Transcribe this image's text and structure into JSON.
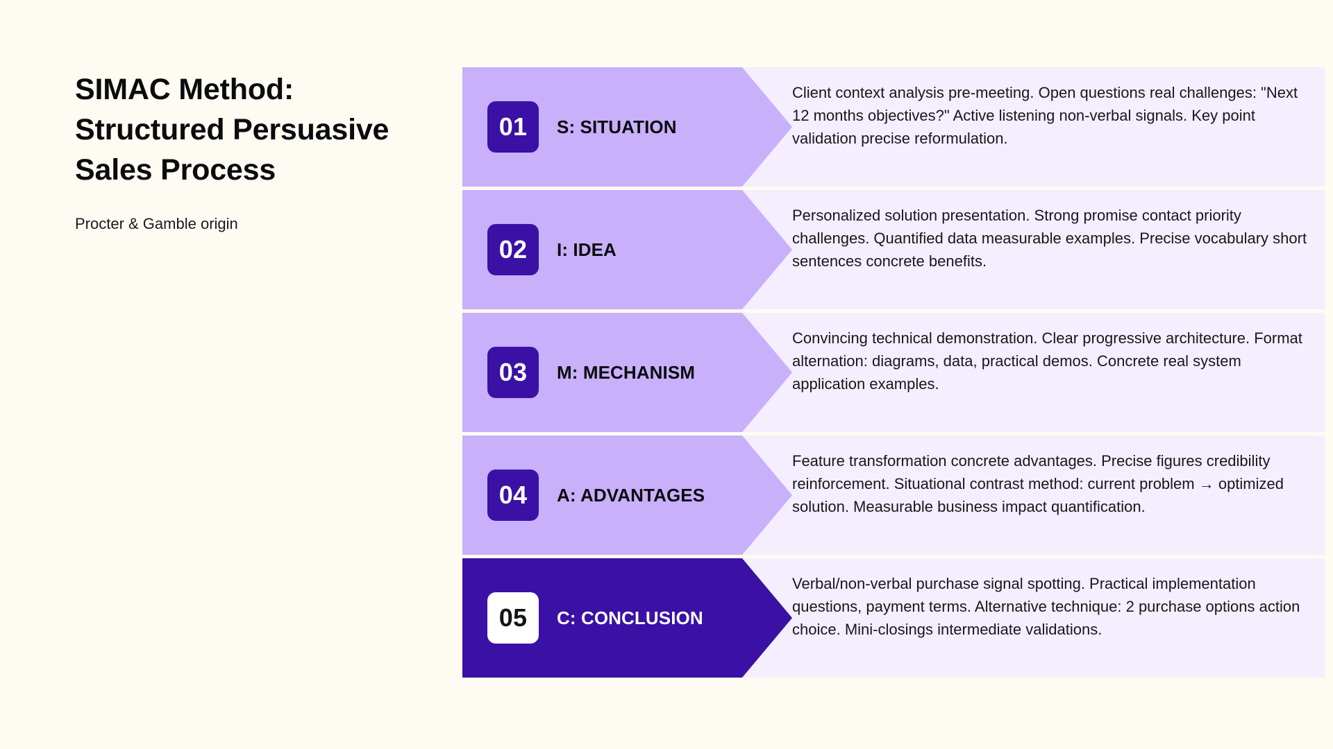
{
  "background_color": "#FDFBF2",
  "header": {
    "title": "SIMAC Method: Structured Persuasive Sales Process",
    "subtitle": "Procter & Gamble origin"
  },
  "theme": {
    "band_color": "#C8B0FB",
    "band_color_final": "#3A11A4",
    "badge_color": "#3A11A4",
    "badge_color_final": "#FFFFFF",
    "panel_color": "#F4EEFE",
    "text_color": "#17171B",
    "text_color_final": "#FFFFFF"
  },
  "steps": [
    {
      "number": "01",
      "label": "S: SITUATION",
      "description": "Client context analysis pre-meeting. Open questions real challenges: \"Next 12 months objectives?\" Active listening non-verbal signals. Key point validation precise reformulation."
    },
    {
      "number": "02",
      "label": "I: IDEA",
      "description": "Personalized solution presentation. Strong promise contact priority challenges. Quantified data measurable examples. Precise vocabulary short sentences concrete benefits."
    },
    {
      "number": "03",
      "label": "M: MECHANISM",
      "description": "Convincing technical demonstration. Clear progressive architecture. Format alternation: diagrams, data, practical demos. Concrete real system application examples."
    },
    {
      "number": "04",
      "label": "A: ADVANTAGES",
      "description": "Feature transformation concrete advantages. Precise figures credibility reinforcement. Situational contrast method: current problem → optimized solution. Measurable business impact quantification."
    },
    {
      "number": "05",
      "label": "C: CONCLUSION",
      "description": "Verbal/non-verbal purchase signal spotting. Practical implementation questions, payment terms. Alternative technique: 2 purchase options action choice. Mini-closings intermediate validations."
    }
  ]
}
